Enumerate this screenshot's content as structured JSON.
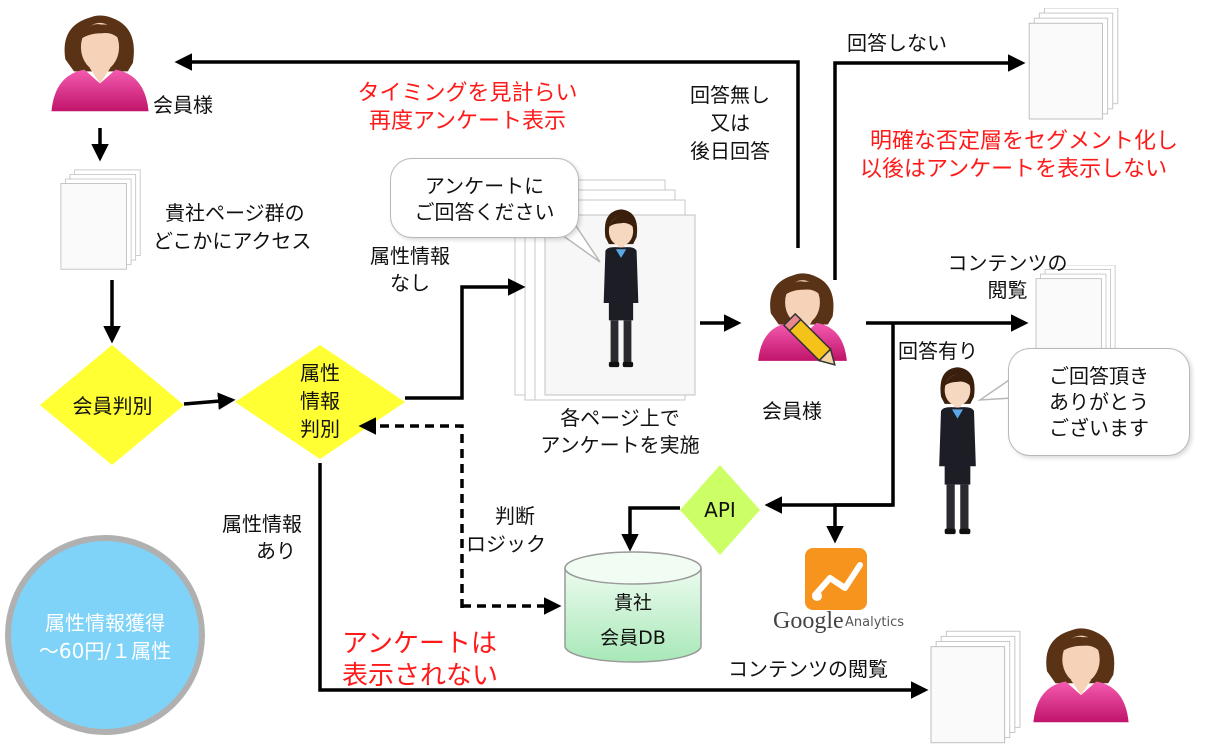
{
  "members": {
    "top_label": "会員様",
    "center_label": "会員様"
  },
  "pages": {
    "access_label_1": "貴社ページ群の",
    "access_label_2": "どこかにアクセス",
    "survey_label_1": "各ページ上で",
    "survey_label_2": "アンケートを実施",
    "contents_label_1": "コンテンツの",
    "contents_label_2": "閲覧",
    "contents_bottom_label": "コンテンツの閲覧"
  },
  "decisions": {
    "member_check": "会員判別",
    "attr_check_1": "属性",
    "attr_check_2": "情報",
    "attr_check_3": "判別",
    "api": "API"
  },
  "edges": {
    "attr_none_1": "属性情報",
    "attr_none_2": "なし",
    "attr_yes_1": "属性情報",
    "attr_yes_2": "あり",
    "no_answer_1": "回答無し",
    "no_answer_2": "又は",
    "no_answer_3": "後日回答",
    "not_answer": "回答しない",
    "answered": "回答有り",
    "logic_1": "判断",
    "logic_2": "ロジック"
  },
  "notes": {
    "retiming_1": "タイミングを見計らい",
    "retiming_2": "再度アンケート表示",
    "segment_1": "明確な否定層をセグメント化し",
    "segment_2": "以後はアンケートを表示しない",
    "no_survey_1": "アンケートは",
    "no_survey_2": "表示されない"
  },
  "bubbles": {
    "request_1": "アンケートに",
    "request_2": "ご回答ください",
    "thanks_1": "ご回答頂き",
    "thanks_2": "ありがとう",
    "thanks_3": "ございます"
  },
  "database": {
    "line1": "貴社",
    "line2": "会員DB"
  },
  "analytics": {
    "brand": "Google",
    "product": "Analytics"
  },
  "cost_circle": {
    "line1": "属性情報獲得",
    "line2": "～60円/１属性"
  },
  "colors": {
    "diamond_yellow": "#ffff33",
    "api_green": "#ccff66",
    "db_green": "#c8f2d2",
    "note_red": "#ff1a1a",
    "circle_blue": "#7fd3f8",
    "person_pink": "#e8318c",
    "analytics_orange": "#f7941d"
  }
}
